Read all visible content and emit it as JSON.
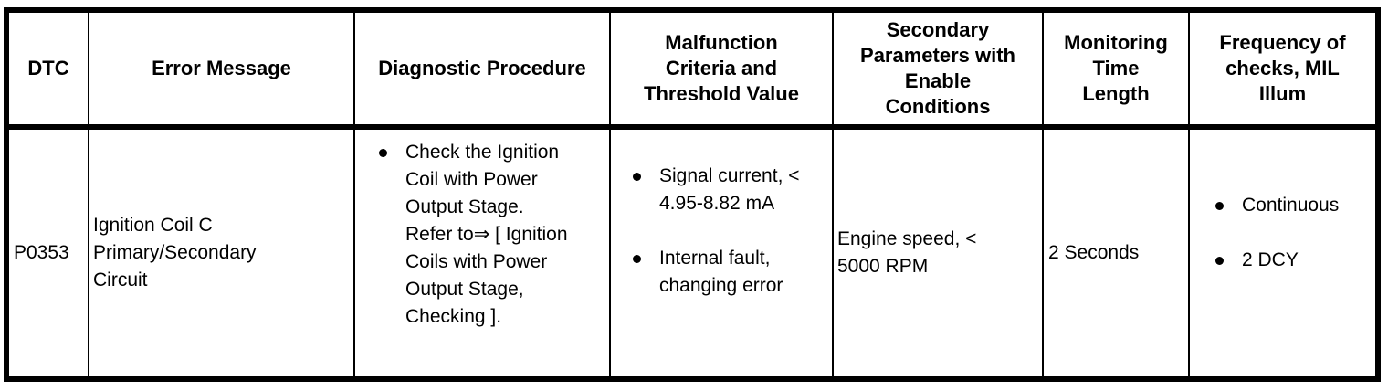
{
  "table": {
    "colors": {
      "border": "#000000",
      "background": "#ffffff",
      "text": "#000000"
    },
    "headers": [
      {
        "lines": [
          "DTC"
        ]
      },
      {
        "lines": [
          "Error Message"
        ]
      },
      {
        "lines": [
          "Diagnostic Procedure"
        ]
      },
      {
        "lines": [
          "Malfunction",
          "Criteria and",
          "Threshold Value"
        ]
      },
      {
        "lines": [
          "Secondary",
          "Parameters with",
          "Enable",
          "Conditions"
        ]
      },
      {
        "lines": [
          "Monitoring",
          "Time",
          "Length"
        ]
      },
      {
        "lines": [
          "Frequency of",
          "checks, MIL",
          "Illum"
        ]
      }
    ],
    "row": {
      "dtc": "P0353",
      "error_message_lines": [
        "Ignition Coil C",
        "Primary/Secondary",
        "Circuit"
      ],
      "diagnostic_items": [
        {
          "lines": [
            "Check the Ignition",
            "Coil with Power",
            "Output Stage.",
            "Refer to⇒ [ Ignition",
            "Coils with Power",
            "Output Stage,",
            "Checking ]."
          ]
        }
      ],
      "malfunction_items": [
        {
          "lines": [
            "Signal current, <",
            "4.95-8.82 mA"
          ]
        },
        {
          "lines": [
            "Internal fault,",
            "changing error"
          ]
        }
      ],
      "secondary_lines": [
        "Engine speed, <",
        "5000 RPM"
      ],
      "monitoring": "2 Seconds",
      "frequency_items": [
        {
          "lines": [
            "Continuous"
          ]
        },
        {
          "lines": [
            "2 DCY"
          ]
        }
      ]
    }
  }
}
